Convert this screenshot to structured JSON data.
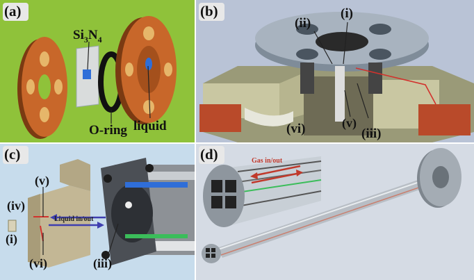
{
  "panels": {
    "a": {
      "tag": "(a)",
      "labels": {
        "chip": "Si",
        "chip_sub1": "3",
        "chip_n": "N",
        "chip_sub2": "4",
        "oring": "O-ring",
        "liquid": "liquid"
      }
    },
    "b": {
      "tag": "(b)",
      "labels": {
        "i": "(i)",
        "ii": "(ii)",
        "iii": "(iii)",
        "v": "(v)",
        "vi": "(vi)"
      }
    },
    "c": {
      "tag": "(c)",
      "labels": {
        "i": "(i)",
        "iii": "(iii)",
        "iv": "(iv)",
        "v": "(v)",
        "vi": "(vi)",
        "liquid_flow": "Liquid in/out"
      }
    },
    "d": {
      "tag": "(d)",
      "labels": {
        "gas_flow": "Gas in/out"
      }
    }
  },
  "colors": {
    "panel_a_bg": "#8fc23a",
    "copper": "#c8672a",
    "panel_b_bg": "#b9c3d6",
    "panel_c_bg": "#c7dcec",
    "panel_d_bg": "#d5dbe4",
    "flow_arrow": "#3f3fb0",
    "gas_arrow": "#c0392b"
  }
}
